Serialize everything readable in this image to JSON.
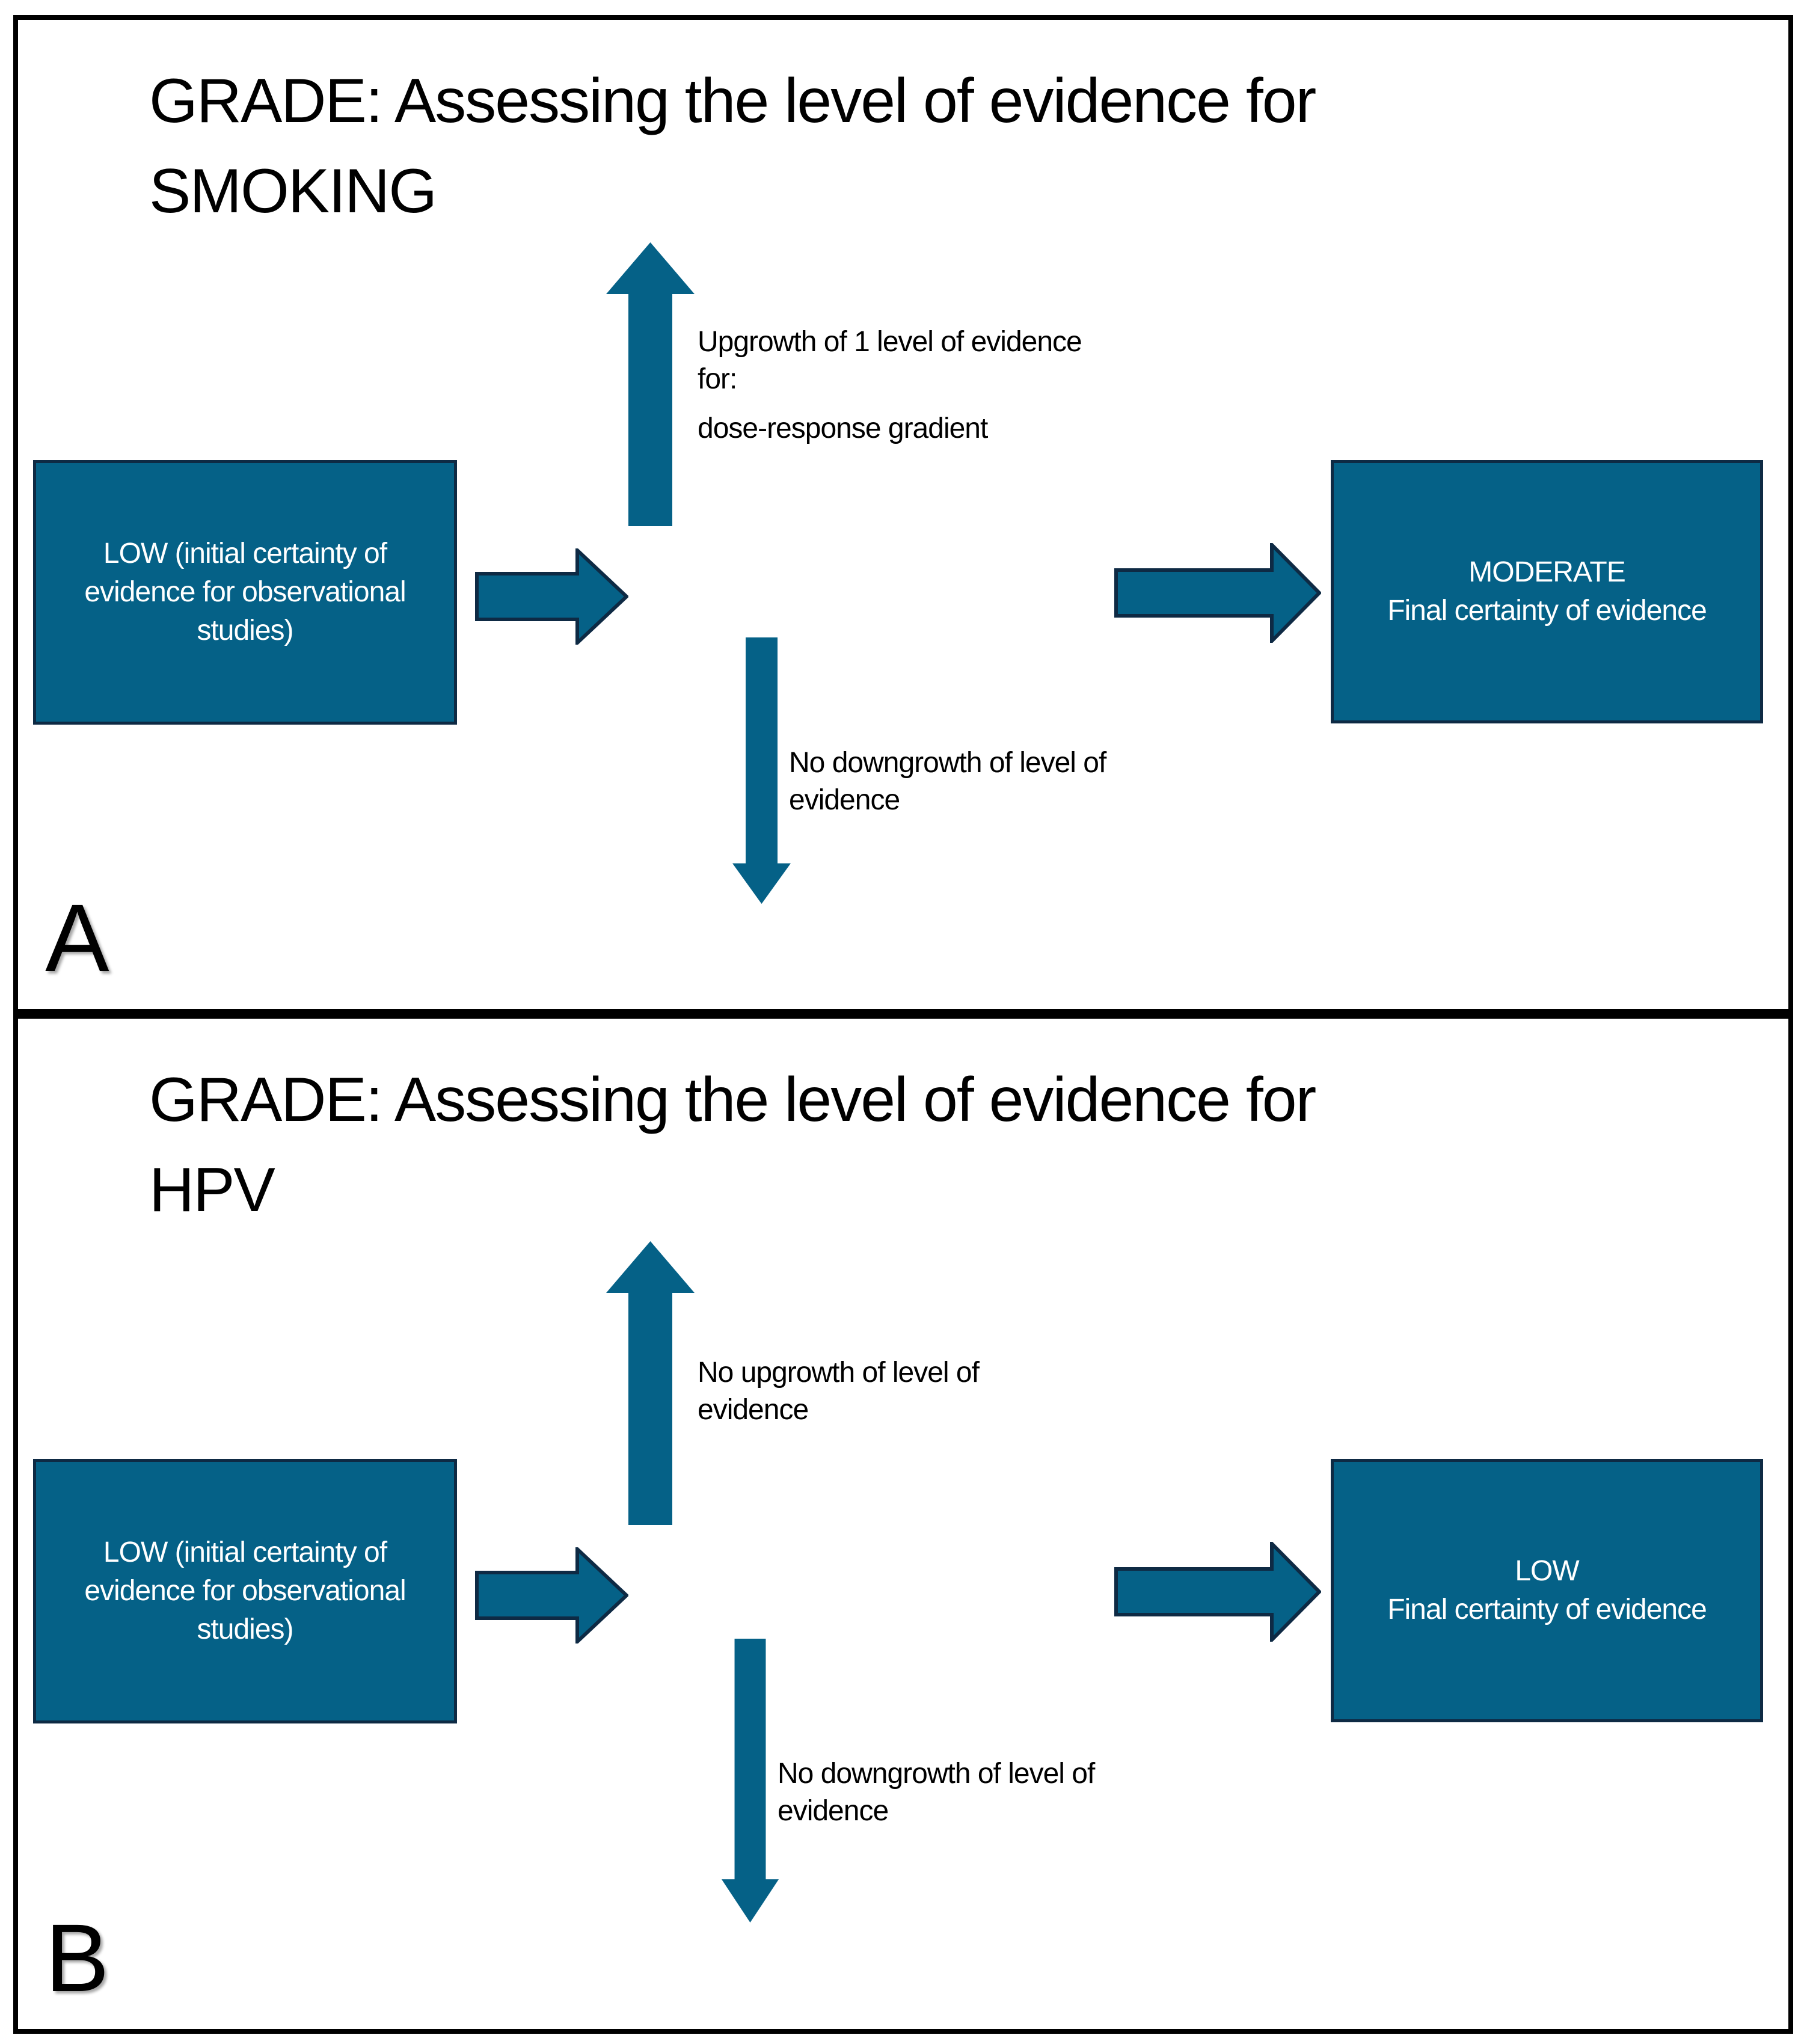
{
  "colors": {
    "shape_fill": "#056187",
    "shape_outline": "#0e2a44",
    "panel_border": "#000000",
    "text": "#000000",
    "box_text": "#ffffff"
  },
  "panels": [
    {
      "label": "A",
      "title_line1": "GRADE: Assessing the level of evidence for",
      "title_line2": "SMOKING",
      "left_box": "LOW (initial certainty of evidence for observational studies)",
      "up_text_line1": "Upgrowth of 1 level of evidence for:",
      "up_text_line2": "dose-response gradient",
      "down_text": "No downgrowth of level of evidence",
      "right_box_title": "MODERATE",
      "right_box_subtitle": "Final certainty of evidence"
    },
    {
      "label": "B",
      "title_line1": "GRADE: Assessing the level of evidence for",
      "title_line2": "HPV",
      "left_box": "LOW (initial certainty of evidence for observational studies)",
      "up_text_line1": "No upgrowth of level of evidence",
      "up_text_line2": "",
      "down_text": "No downgrowth of level of evidence",
      "right_box_title": "LOW",
      "right_box_subtitle": "Final certainty of evidence"
    }
  ]
}
